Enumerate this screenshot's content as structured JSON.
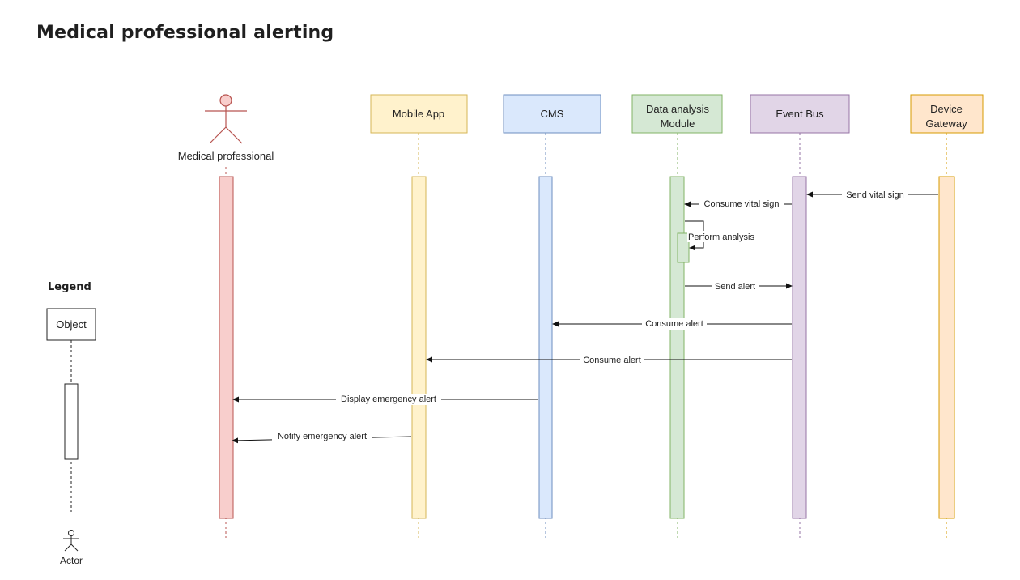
{
  "title": "Medical professional alerting",
  "actor": {
    "label": "Medical professional"
  },
  "participants": [
    {
      "key": "mobile",
      "lines": [
        "Mobile App"
      ],
      "fill": "#fff2cc",
      "stroke": "#d6b656"
    },
    {
      "key": "cms",
      "lines": [
        "CMS"
      ],
      "fill": "#dae8fc",
      "stroke": "#6c8ebf"
    },
    {
      "key": "dam",
      "lines": [
        "Data analysis",
        "Module"
      ],
      "fill": "#d5e8d4",
      "stroke": "#82b366"
    },
    {
      "key": "bus",
      "lines": [
        "Event Bus"
      ],
      "fill": "#e1d5e7",
      "stroke": "#9673a6"
    },
    {
      "key": "gw",
      "lines": [
        "Device",
        "Gateway"
      ],
      "fill": "#ffe6cc",
      "stroke": "#d79b00"
    }
  ],
  "actor_colors": {
    "fill": "#f8cecc",
    "stroke": "#b85450"
  },
  "messages": [
    {
      "label": "Send vital sign",
      "from": "gw",
      "to": "bus"
    },
    {
      "label": "Consume vital sign",
      "from": "bus",
      "to": "dam"
    },
    {
      "label": "Perform analysis",
      "self": "dam"
    },
    {
      "label": "Send alert",
      "from": "dam",
      "to": "bus"
    },
    {
      "label": "Consume alert",
      "from": "bus",
      "to": "cms"
    },
    {
      "label": "Consume alert",
      "from": "bus",
      "to": "mobile"
    },
    {
      "label": "Display emergency alert",
      "from": "cms",
      "to": "actor"
    },
    {
      "label": "Notify emergency alert",
      "from": "mobile",
      "to": "actor"
    }
  ],
  "legend": {
    "title": "Legend",
    "object_label": "Object",
    "actor_label": "Actor"
  }
}
